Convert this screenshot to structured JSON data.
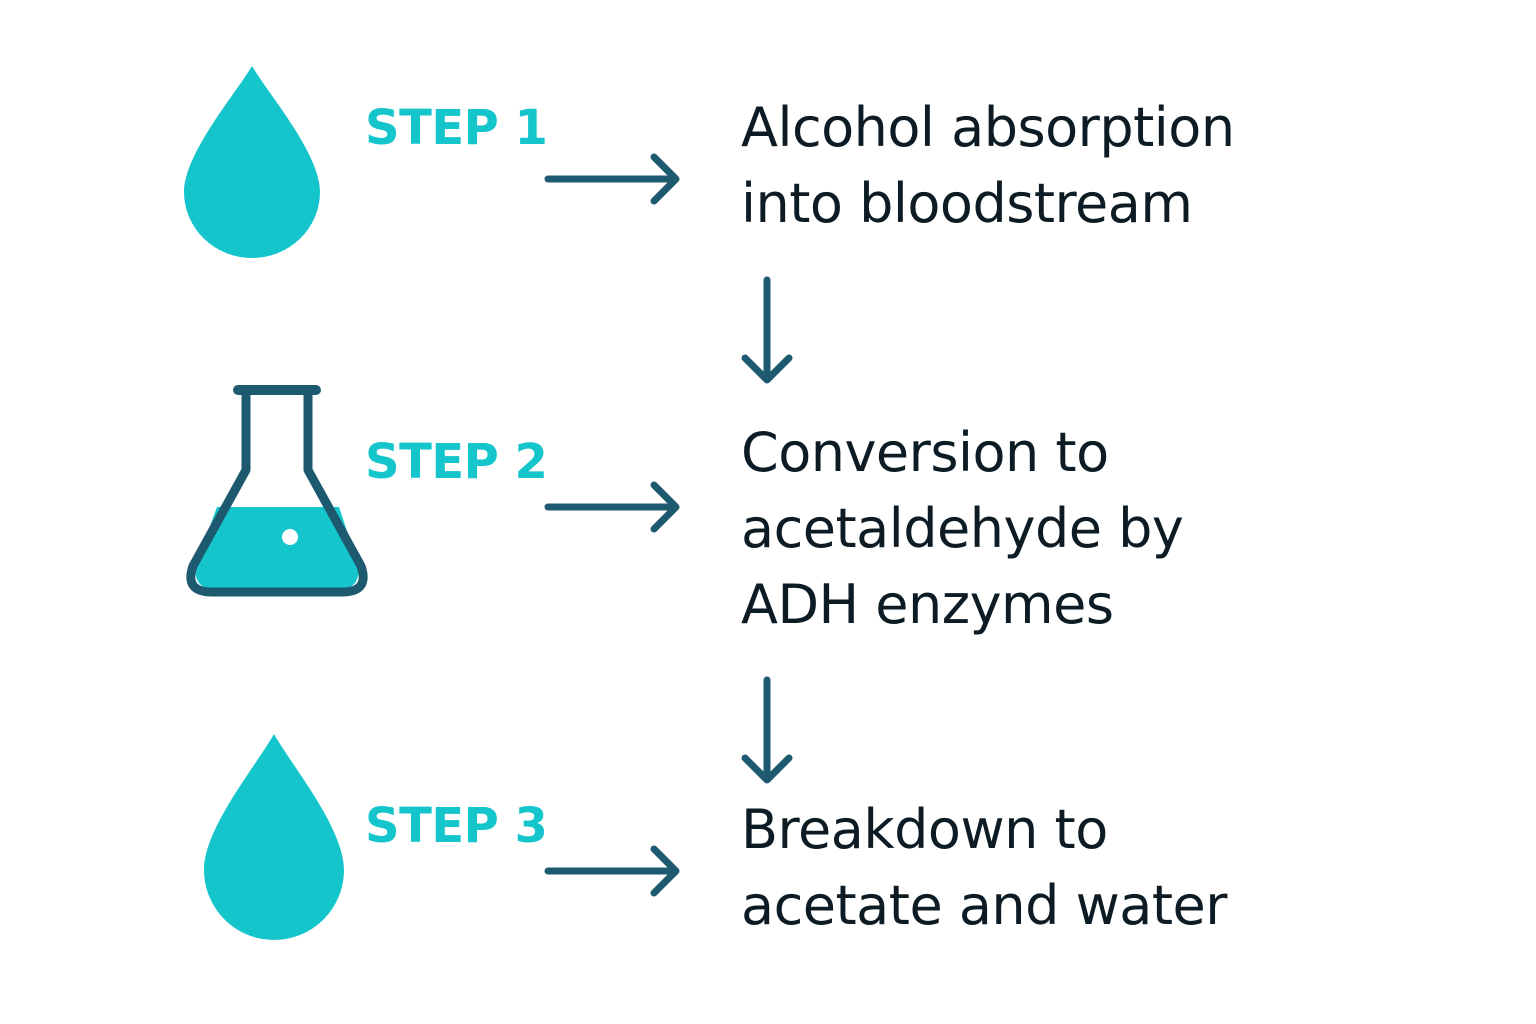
{
  "colors": {
    "accent": "#14c6cc",
    "arrow": "#1d5a6f",
    "text": "#0d1b24"
  },
  "steps": [
    {
      "label": "STEP 1",
      "icon": "drop-icon",
      "lines": [
        "Alcohol absorption",
        "into bloodstream"
      ]
    },
    {
      "label": "STEP 2",
      "icon": "flask-icon",
      "lines": [
        "Conversion to",
        "acetaldehyde by",
        "ADH enzymes"
      ]
    },
    {
      "label": "STEP 3",
      "icon": "drop-icon",
      "lines": [
        "Breakdown to",
        "acetate and water"
      ]
    }
  ]
}
